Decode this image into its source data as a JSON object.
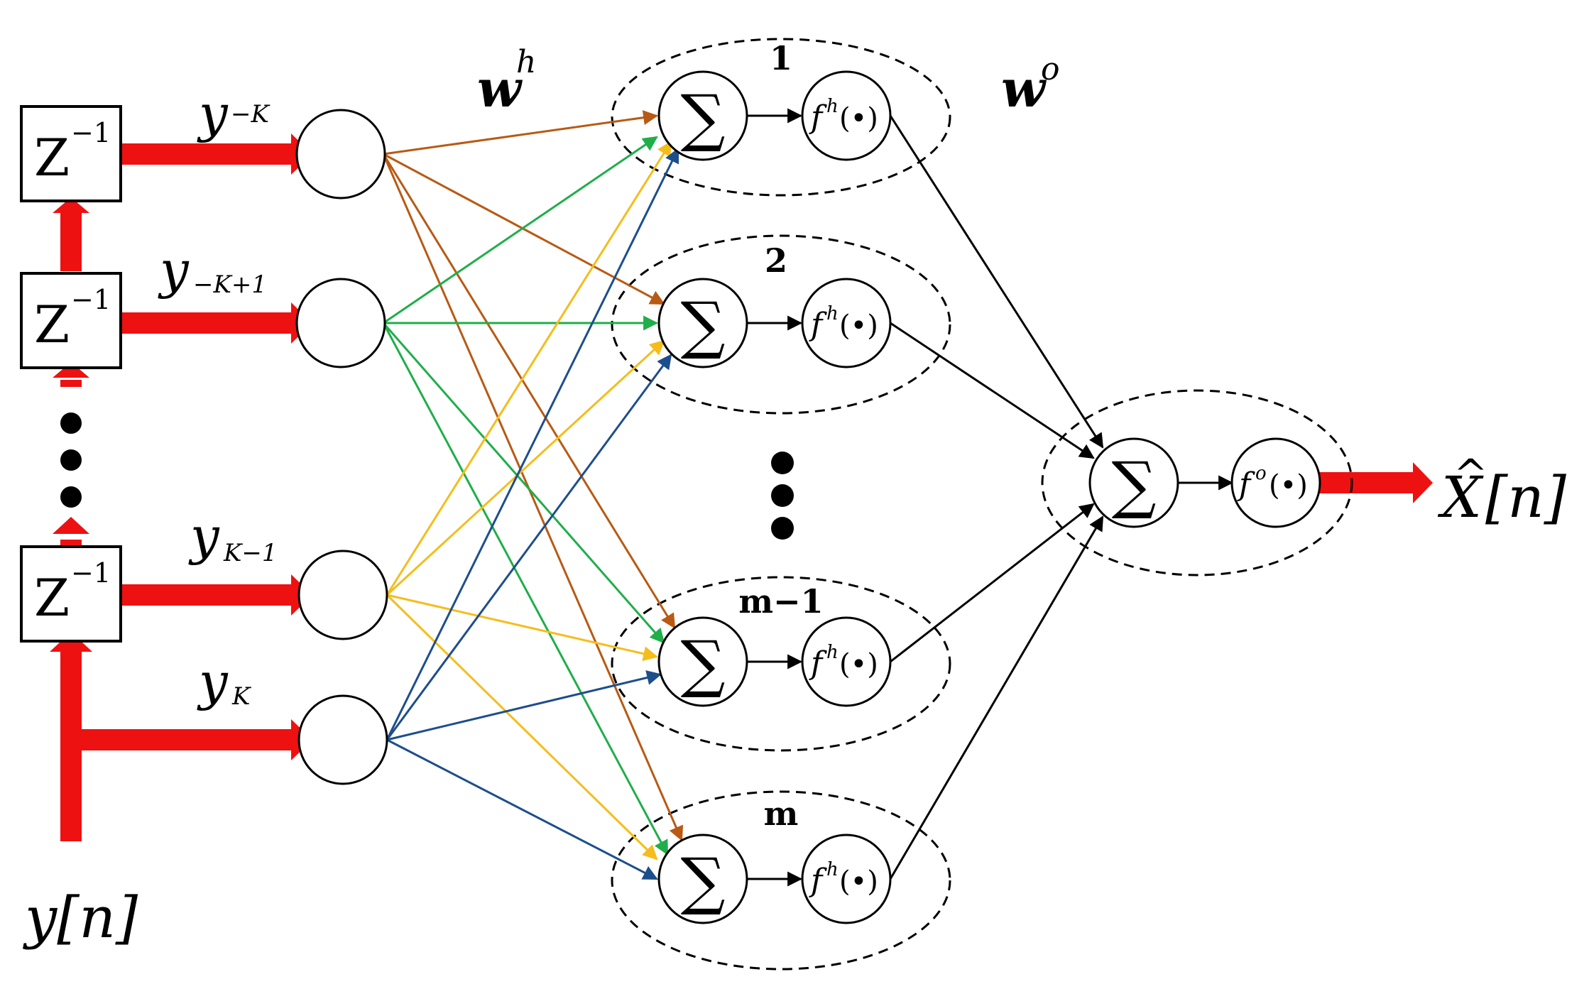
{
  "labels": {
    "delay_block": "Z",
    "delay_exponent": "−1",
    "inputs": [
      {
        "base": "y",
        "sub": "−K"
      },
      {
        "base": "y",
        "sub": "−K+1"
      },
      {
        "base": "y",
        "sub": "K−1"
      },
      {
        "base": "y",
        "sub": "K"
      }
    ],
    "weight_hidden_base": "w",
    "weight_hidden_sup": "h",
    "weight_output_base": "w",
    "weight_output_sup": "o",
    "hidden_group_labels": [
      "1",
      "2",
      "m−1",
      "m"
    ],
    "sum_symbol": "∑",
    "hidden_activation_base": "f",
    "hidden_activation_sup": "h",
    "output_activation_base": "f",
    "output_activation_sup": "o",
    "activation_arg": "(•)",
    "input_signal": "y[n]",
    "output_signal_letter": "X",
    "output_signal_hat": "^",
    "output_signal_index": "[n]"
  },
  "colors": {
    "red": "#ee1111",
    "input_lines": [
      "#b85a14",
      "#1fae4a",
      "#f5bd1c",
      "#1d4e8c"
    ],
    "black": "#000000"
  }
}
